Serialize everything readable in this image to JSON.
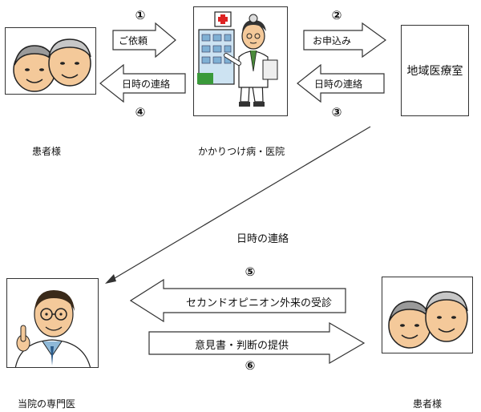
{
  "steps": {
    "s1": {
      "num": "①",
      "label": "ご依頼"
    },
    "s2": {
      "num": "②",
      "label": "お申込み"
    },
    "s3": {
      "num": "③",
      "label": "日時の連絡"
    },
    "s4": {
      "num": "④",
      "label": "日時の連絡"
    },
    "s5": {
      "num": "⑤",
      "label": "セカンドオピニオン外来の受診"
    },
    "s6": {
      "num": "⑥",
      "label": "意見書・判断の提供"
    }
  },
  "diagonal_label": "日時の連絡",
  "nodes": {
    "patient_top": "患者様",
    "clinic": "かかりつけ病・医院",
    "regional_office": "地域医療室",
    "specialist": "当院の専門医",
    "patient_bottom": "患者様"
  }
}
